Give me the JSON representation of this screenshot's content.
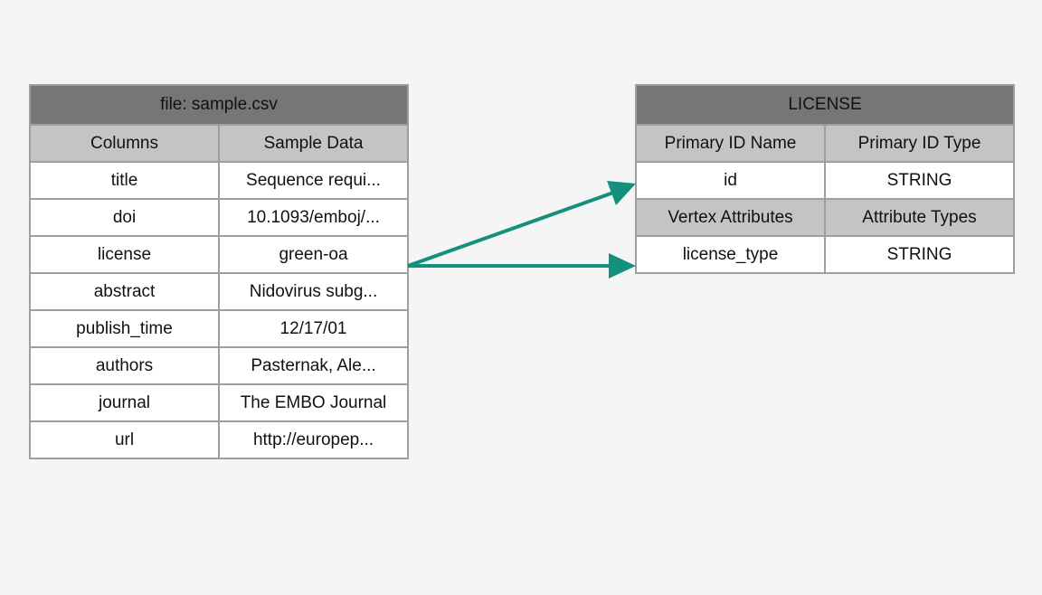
{
  "source_table": {
    "title": "file: sample.csv",
    "headers": [
      "Columns",
      "Sample Data"
    ],
    "rows": [
      [
        "title",
        "Sequence requi..."
      ],
      [
        "doi",
        "10.1093/emboj/..."
      ],
      [
        "license",
        "green-oa"
      ],
      [
        "abstract",
        "Nidovirus subg..."
      ],
      [
        "publish_time",
        "12/17/01"
      ],
      [
        "authors",
        "Pasternak, Ale..."
      ],
      [
        "journal",
        "The EMBO Journal"
      ],
      [
        "url",
        "http://europep..."
      ]
    ]
  },
  "target_table": {
    "title": "LICENSE",
    "id_headers": [
      "Primary ID Name",
      "Primary ID Type"
    ],
    "id_row": [
      "id",
      "STRING"
    ],
    "attr_headers": [
      "Vertex Attributes",
      "Attribute Types"
    ],
    "attr_row": [
      "license_type",
      "STRING"
    ]
  },
  "colors": {
    "arrow": "#14907e",
    "title_bg": "#747774",
    "header_bg": "#c4c4c4",
    "border": "#9e9e9e"
  }
}
